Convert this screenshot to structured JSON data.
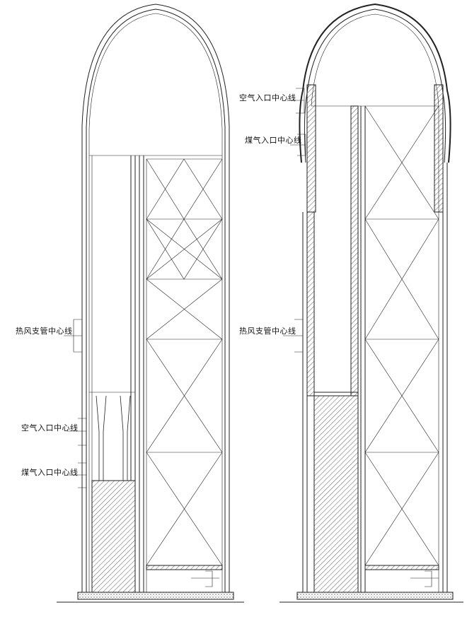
{
  "left_stove": {
    "labels": {
      "hot_air_branch": "热风支管中心线",
      "air_inlet": "空气入口中心线",
      "gas_inlet": "煤气入口中心线"
    }
  },
  "right_stove": {
    "labels": {
      "air_inlet": "空气入口中心线",
      "gas_inlet": "煤气入口中心线",
      "hot_air_branch": "热风支管中心线"
    }
  },
  "colors": {
    "line": "#222222",
    "background": "#ffffff"
  }
}
